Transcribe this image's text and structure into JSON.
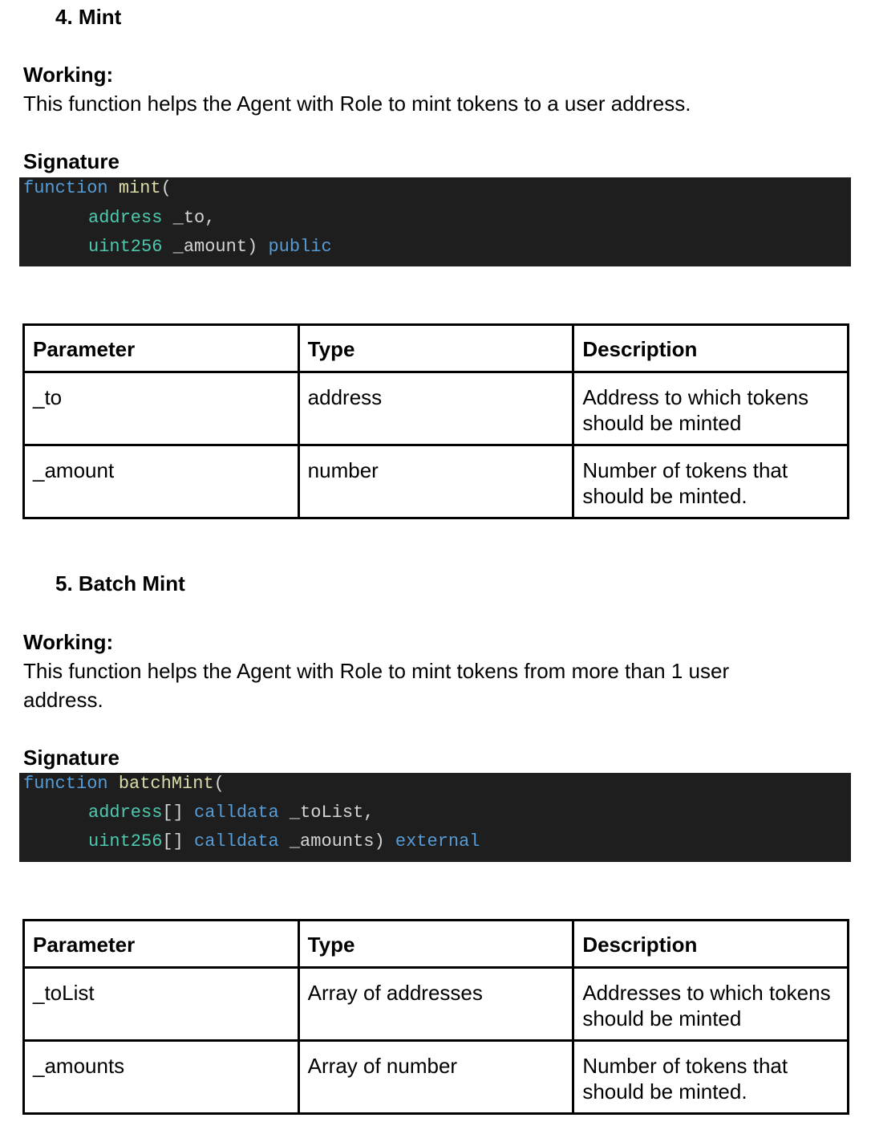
{
  "sections": [
    {
      "heading": "4.  Mint",
      "working_label": "Working:",
      "working_text": "This function helps the Agent with Role to mint tokens to a user address.",
      "signature_label": "Signature",
      "code": {
        "l1_kw": "function",
        "l1_fn": "mint",
        "l1_p": "(",
        "l2_ty": "address",
        "l2_p": "_to,",
        "l3_ty": "uint256",
        "l3_p": "_amount)",
        "l3_kw": "public"
      },
      "table": {
        "headers": [
          "Parameter",
          "Type",
          "Description"
        ],
        "rows": [
          [
            "_to",
            "address",
            "Address to which tokens should be minted"
          ],
          [
            "_amount",
            "number",
            "Number of tokens that should be minted."
          ]
        ]
      }
    },
    {
      "heading": "5.  Batch Mint",
      "working_label": "Working:",
      "working_text": "This function helps the Agent with Role to mint tokens from more than 1 user address.",
      "signature_label": "Signature",
      "code": {
        "l1_kw": "function",
        "l1_fn": "batchMint",
        "l1_p": "(",
        "l2_ty": "address",
        "l2_br": "[]",
        "l2_kw": "calldata",
        "l2_p": "_toList,",
        "l3_ty": "uint256",
        "l3_br": "[]",
        "l3_kw": "calldata",
        "l3_p": "_amounts)",
        "l3_kw2": "external"
      },
      "table": {
        "headers": [
          "Parameter",
          "Type",
          "Description"
        ],
        "rows": [
          [
            "_toList",
            "Array of addresses",
            "Addresses to which tokens should be minted"
          ],
          [
            "_amounts",
            "Array of number",
            "Number of tokens that should be minted."
          ]
        ]
      }
    }
  ],
  "colors": {
    "code_bg": "#1e1e1e",
    "keyword": "#569cd6",
    "type": "#4ec9b0",
    "function_name": "#dcdcaa",
    "text": "#d4d4d4"
  }
}
